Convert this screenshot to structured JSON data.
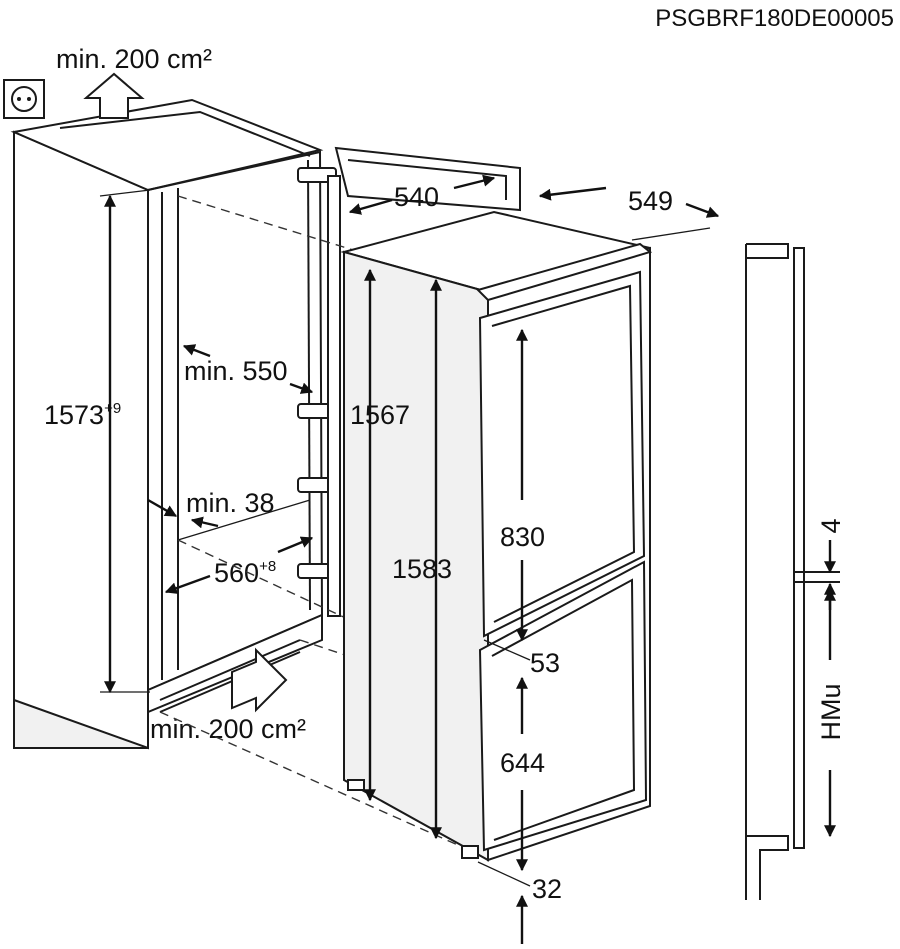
{
  "diagram": {
    "reference_code": "PSGBRF180DE00005",
    "ventilation": {
      "top": "min. 200 cm²",
      "bottom": "min. 200 cm²"
    },
    "niche": {
      "height": "1573",
      "height_tolerance": "+9",
      "depth_min": "min. 550",
      "side_gap_min": "min. 38",
      "width": "560",
      "width_tolerance": "+8"
    },
    "appliance": {
      "width": "540",
      "depth": "549",
      "body_height": "1567",
      "total_height": "1583",
      "upper_door": "830",
      "door_gap": "53",
      "lower_door": "644",
      "bottom_offset": "32"
    },
    "side_profile": {
      "gap": "4",
      "height_label": "HMu"
    },
    "icons": [
      "power-socket-icon",
      "airflow-up-arrow-icon",
      "airflow-in-arrow-icon"
    ]
  }
}
